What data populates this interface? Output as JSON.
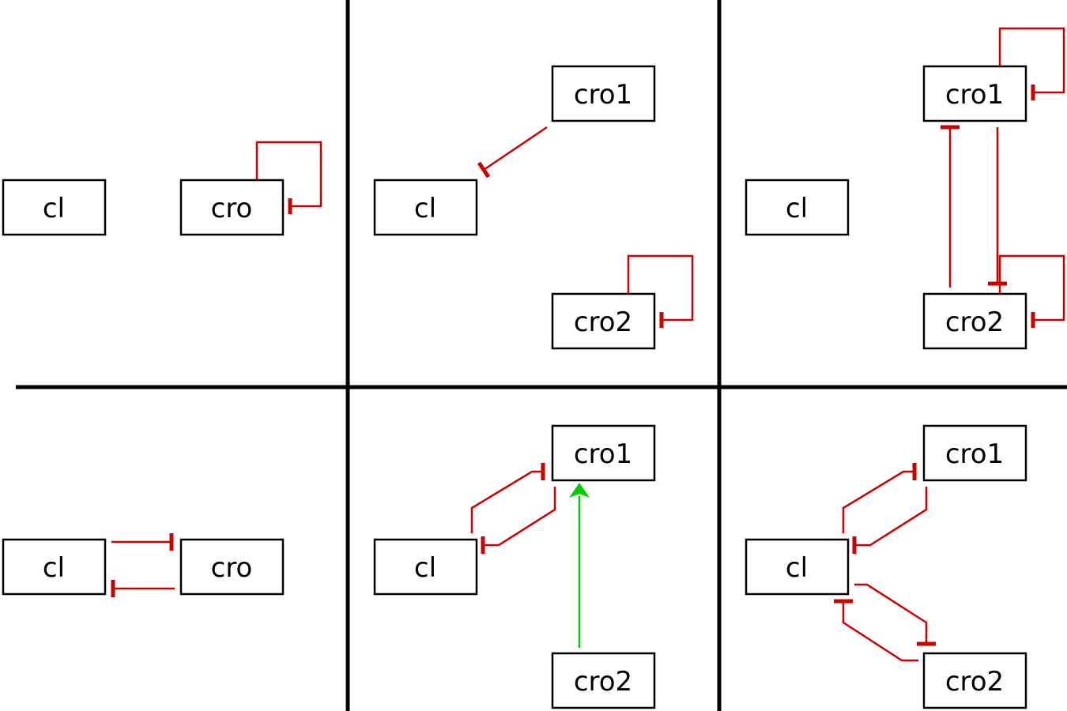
{
  "colors": {
    "repress": "#cc0000",
    "activate": "#00cc00",
    "divider": "#000000"
  },
  "panels": [
    {
      "id": "p1",
      "nodes": {
        "cl": "cl",
        "cro": "cro"
      }
    },
    {
      "id": "p2",
      "nodes": {
        "cl": "cl",
        "cro1": "cro1",
        "cro2": "cro2"
      }
    },
    {
      "id": "p3",
      "nodes": {
        "cl": "cl",
        "cro1": "cro1",
        "cro2": "cro2"
      }
    },
    {
      "id": "p4",
      "nodes": {
        "cl": "cl",
        "cro": "cro"
      }
    },
    {
      "id": "p5",
      "nodes": {
        "cl": "cl",
        "cro1": "cro1",
        "cro2": "cro2"
      }
    },
    {
      "id": "p6",
      "nodes": {
        "cl": "cl",
        "cro1": "cro1",
        "cro2": "cro2"
      }
    }
  ],
  "edges": [
    {
      "panel": "p1",
      "from": "cro",
      "to": "cro",
      "type": "repress"
    },
    {
      "panel": "p2",
      "from": "cro1",
      "to": "cl",
      "type": "repress"
    },
    {
      "panel": "p2",
      "from": "cro2",
      "to": "cro2",
      "type": "repress"
    },
    {
      "panel": "p3",
      "from": "cro1",
      "to": "cro1",
      "type": "repress"
    },
    {
      "panel": "p3",
      "from": "cro2",
      "to": "cro2",
      "type": "repress"
    },
    {
      "panel": "p3",
      "from": "cro1",
      "to": "cro2",
      "type": "repress"
    },
    {
      "panel": "p3",
      "from": "cro2",
      "to": "cro1",
      "type": "repress"
    },
    {
      "panel": "p4",
      "from": "cl",
      "to": "cro",
      "type": "repress"
    },
    {
      "panel": "p4",
      "from": "cro",
      "to": "cl",
      "type": "repress"
    },
    {
      "panel": "p5",
      "from": "cl",
      "to": "cro1",
      "type": "repress"
    },
    {
      "panel": "p5",
      "from": "cro1",
      "to": "cl",
      "type": "repress"
    },
    {
      "panel": "p5",
      "from": "cro2",
      "to": "cro1",
      "type": "activate"
    },
    {
      "panel": "p6",
      "from": "cl",
      "to": "cro1",
      "type": "repress"
    },
    {
      "panel": "p6",
      "from": "cro1",
      "to": "cl",
      "type": "repress"
    },
    {
      "panel": "p6",
      "from": "cl",
      "to": "cro2",
      "type": "repress"
    },
    {
      "panel": "p6",
      "from": "cro2",
      "to": "cl",
      "type": "repress"
    }
  ]
}
